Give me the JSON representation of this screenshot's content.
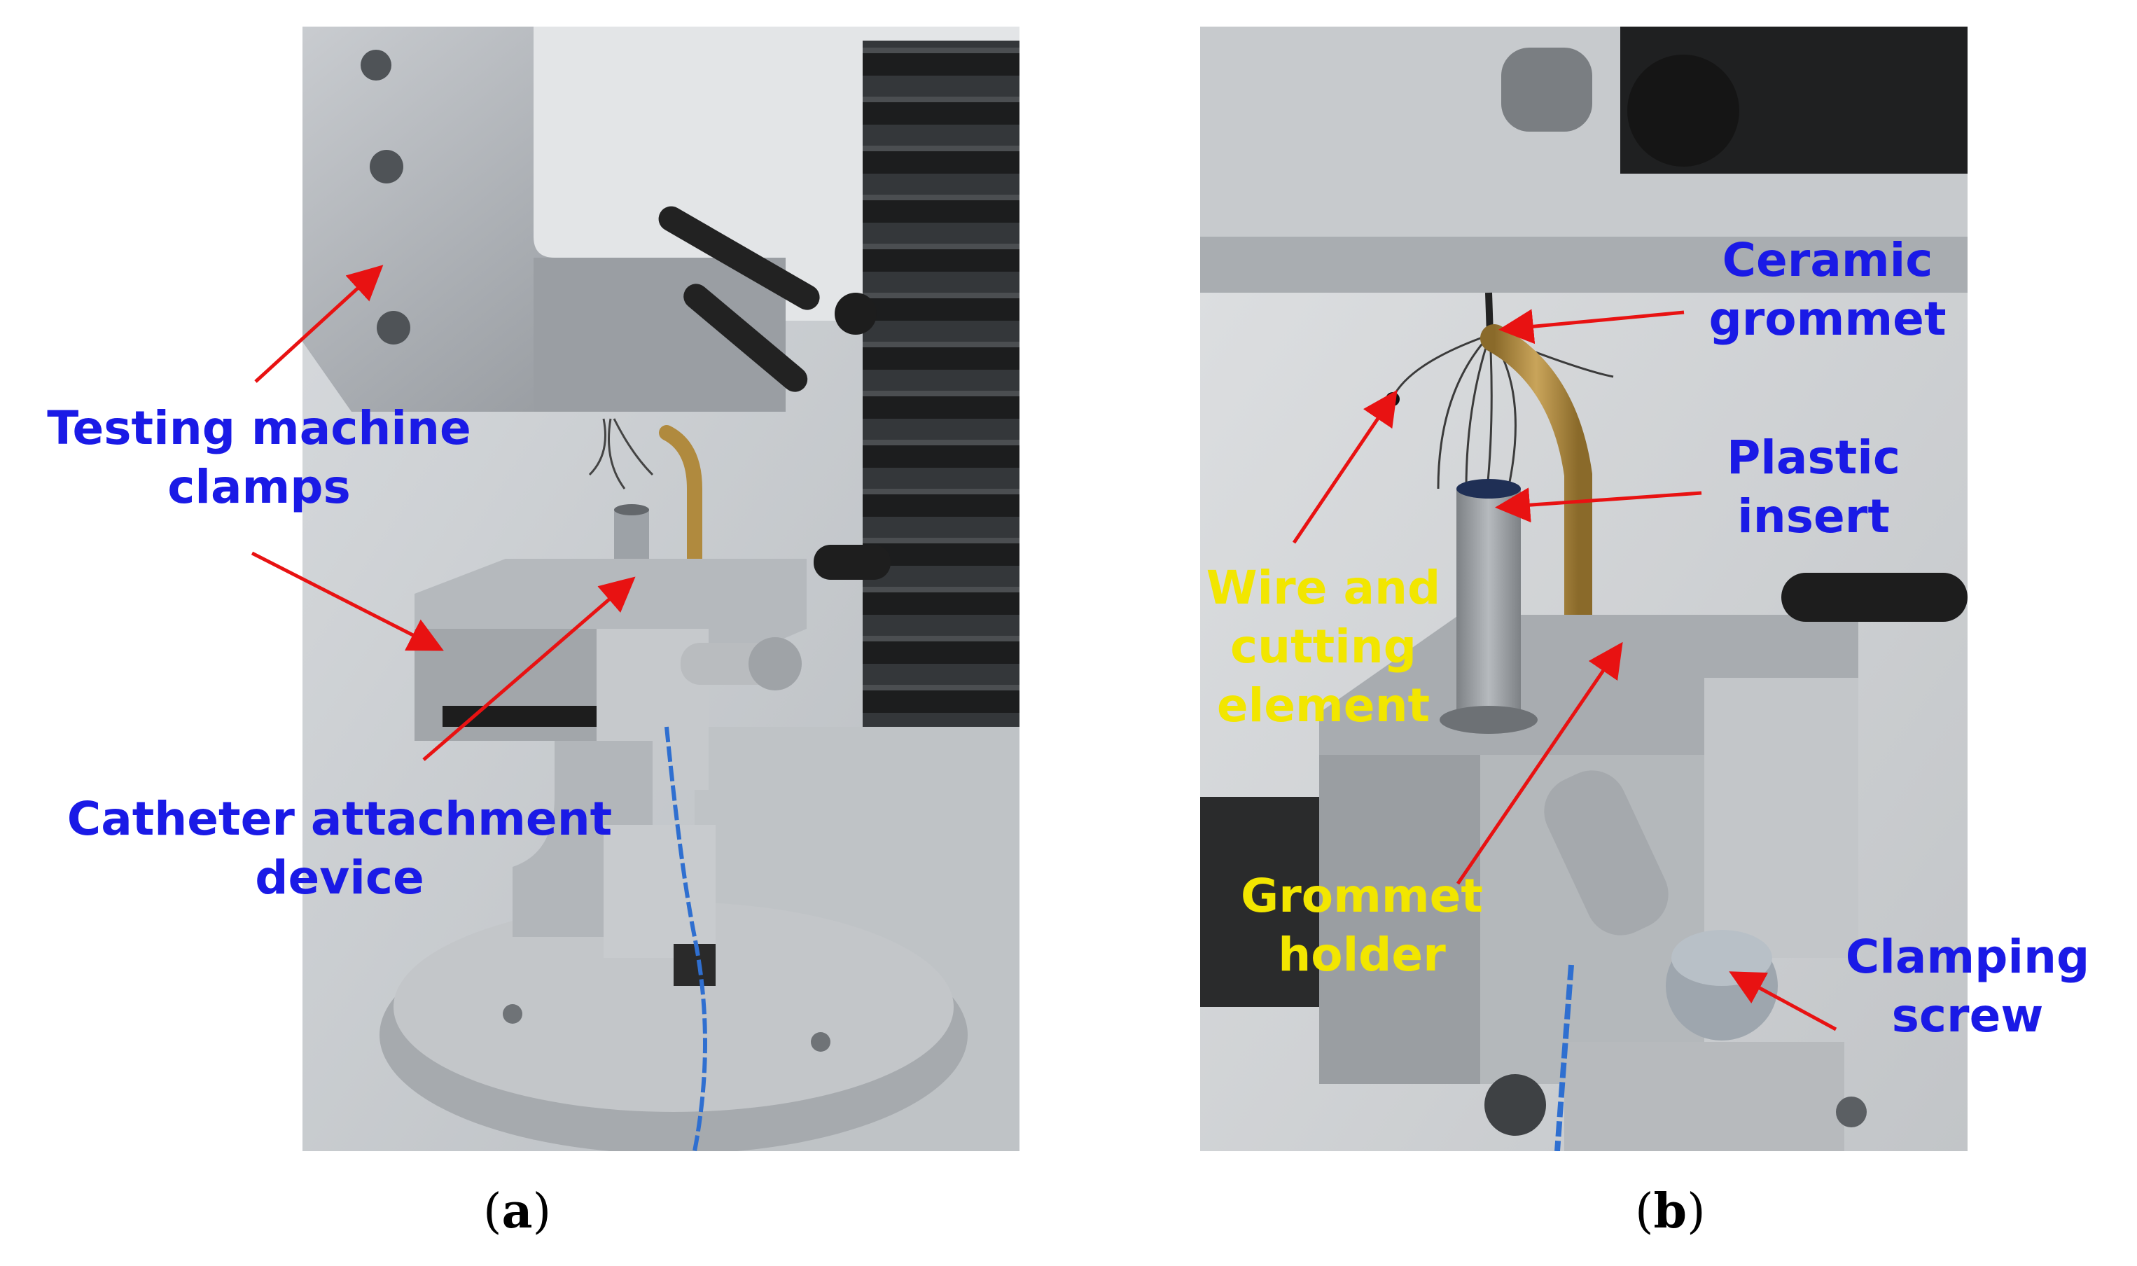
{
  "panels": [
    {
      "caption_letter": "a",
      "labels": {
        "testing_line1": "Testing machine",
        "testing_line2": "clamps",
        "catheter_line1": "Catheter attachment",
        "catheter_line2": "device"
      }
    },
    {
      "caption_letter": "b",
      "labels": {
        "ceramic_line1": "Ceramic",
        "ceramic_line2": "grommet",
        "plastic_line1": "Plastic",
        "plastic_line2": "insert",
        "wire_line1": "Wire and",
        "wire_line2": "cutting",
        "wire_line3": "element",
        "grommet_line1": "Grommet",
        "grommet_line2": "holder",
        "clamping_line1": "Clamping",
        "clamping_line2": "screw"
      }
    }
  ],
  "colors": {
    "blue_label": "#1a1ae6",
    "yellow_label": "#f2e600",
    "arrow": "#e81212"
  }
}
